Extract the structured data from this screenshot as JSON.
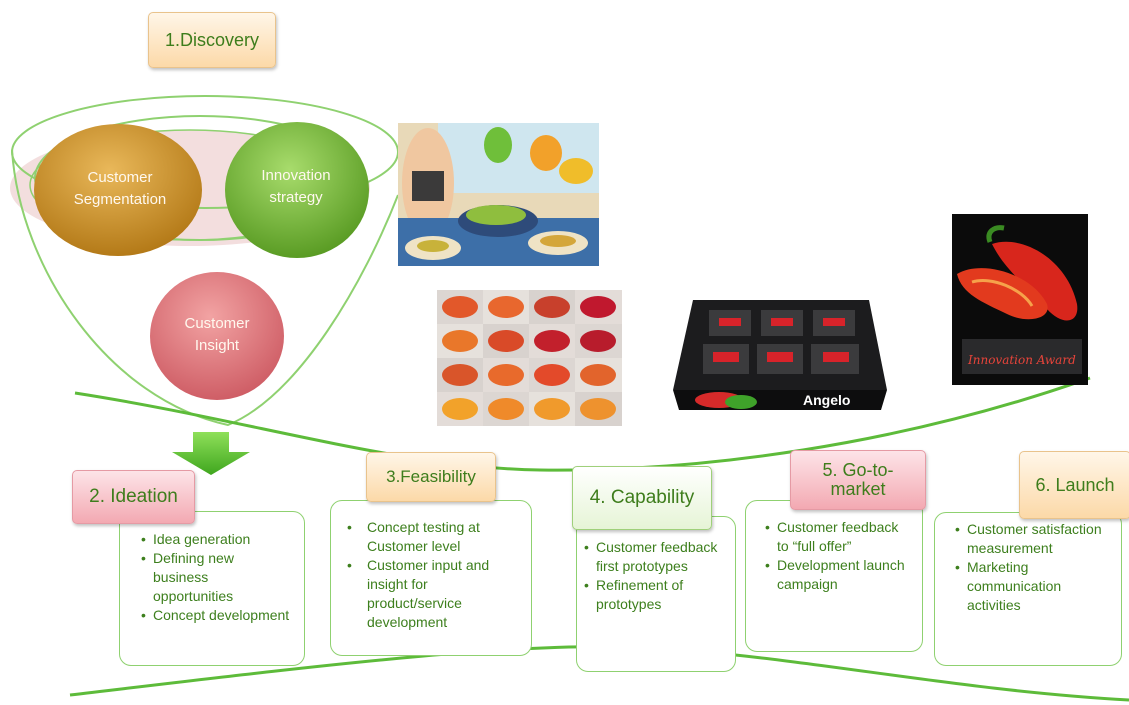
{
  "discovery": {
    "label": "1.Discovery",
    "circles": {
      "segmentation": "Customer Segmentation",
      "strategy": "Innovation strategy",
      "insight": "Customer Insight"
    }
  },
  "stages": [
    {
      "label": "2. Ideation",
      "bullets": [
        "Idea generation",
        "Defining new business opportunities",
        "Concept development"
      ]
    },
    {
      "label": "3.Feasibility",
      "bullets": [
        "Concept testing at Customer level",
        "Customer input and insight for product/service development"
      ]
    },
    {
      "label": "4. Capability",
      "bullets": [
        "Customer feedback first prototypes",
        "Refinement of prototypes"
      ]
    },
    {
      "label": "5. Go-to-market",
      "bullets": [
        "Customer feedback to “full offer”",
        "Development launch campaign"
      ]
    },
    {
      "label": "6. Launch",
      "bullets": [
        "Customer satisfaction measurement",
        "Marketing communication activities"
      ]
    }
  ],
  "photos": {
    "brand_text": "Angelo",
    "award_text": "Innovation Award"
  },
  "colors": {
    "accent_green": "#5dbb3a",
    "text_green": "#3d7f1d",
    "box_border": "#8fd170"
  }
}
